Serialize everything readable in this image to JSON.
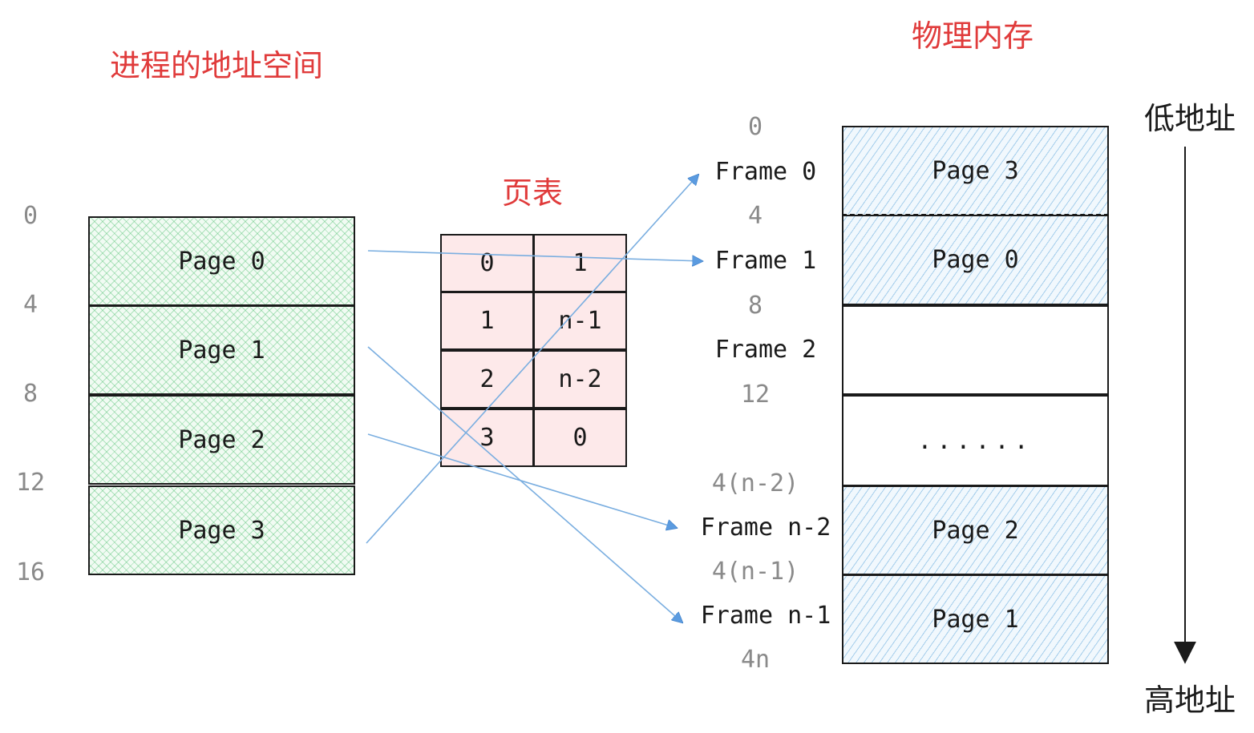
{
  "titles": {
    "virtual": "进程的地址空间",
    "page_table": "页表",
    "physical": "物理内存"
  },
  "virtual_space": {
    "addresses": [
      "0",
      "4",
      "8",
      "12",
      "16"
    ],
    "pages": [
      "Page 0",
      "Page 1",
      "Page 2",
      "Page 3"
    ]
  },
  "page_table": {
    "rows": [
      [
        "0",
        "1"
      ],
      [
        "1",
        "n-1"
      ],
      [
        "2",
        "n-2"
      ],
      [
        "3",
        "0"
      ]
    ]
  },
  "physical_memory": {
    "addresses": [
      "0",
      "4",
      "8",
      "12",
      "4(n-2)",
      "4(n-1)",
      "4n"
    ],
    "frames": [
      "Frame 0",
      "Frame 1",
      "Frame 2",
      "Frame n-2",
      "Frame n-1"
    ],
    "slots": [
      "Page 3",
      "Page 0",
      "",
      "......",
      "Page 2",
      "Page 1"
    ]
  },
  "direction": {
    "low": "低地址",
    "high": "高地址"
  },
  "colors": {
    "title": "#e03b3b",
    "arrow": "#7aaee0",
    "arrow_head": "#5b9be0",
    "virtual_fill": "#f1fbf3",
    "page_table_fill": "#fde9ea",
    "physical_fill": "#f1f8fd"
  }
}
